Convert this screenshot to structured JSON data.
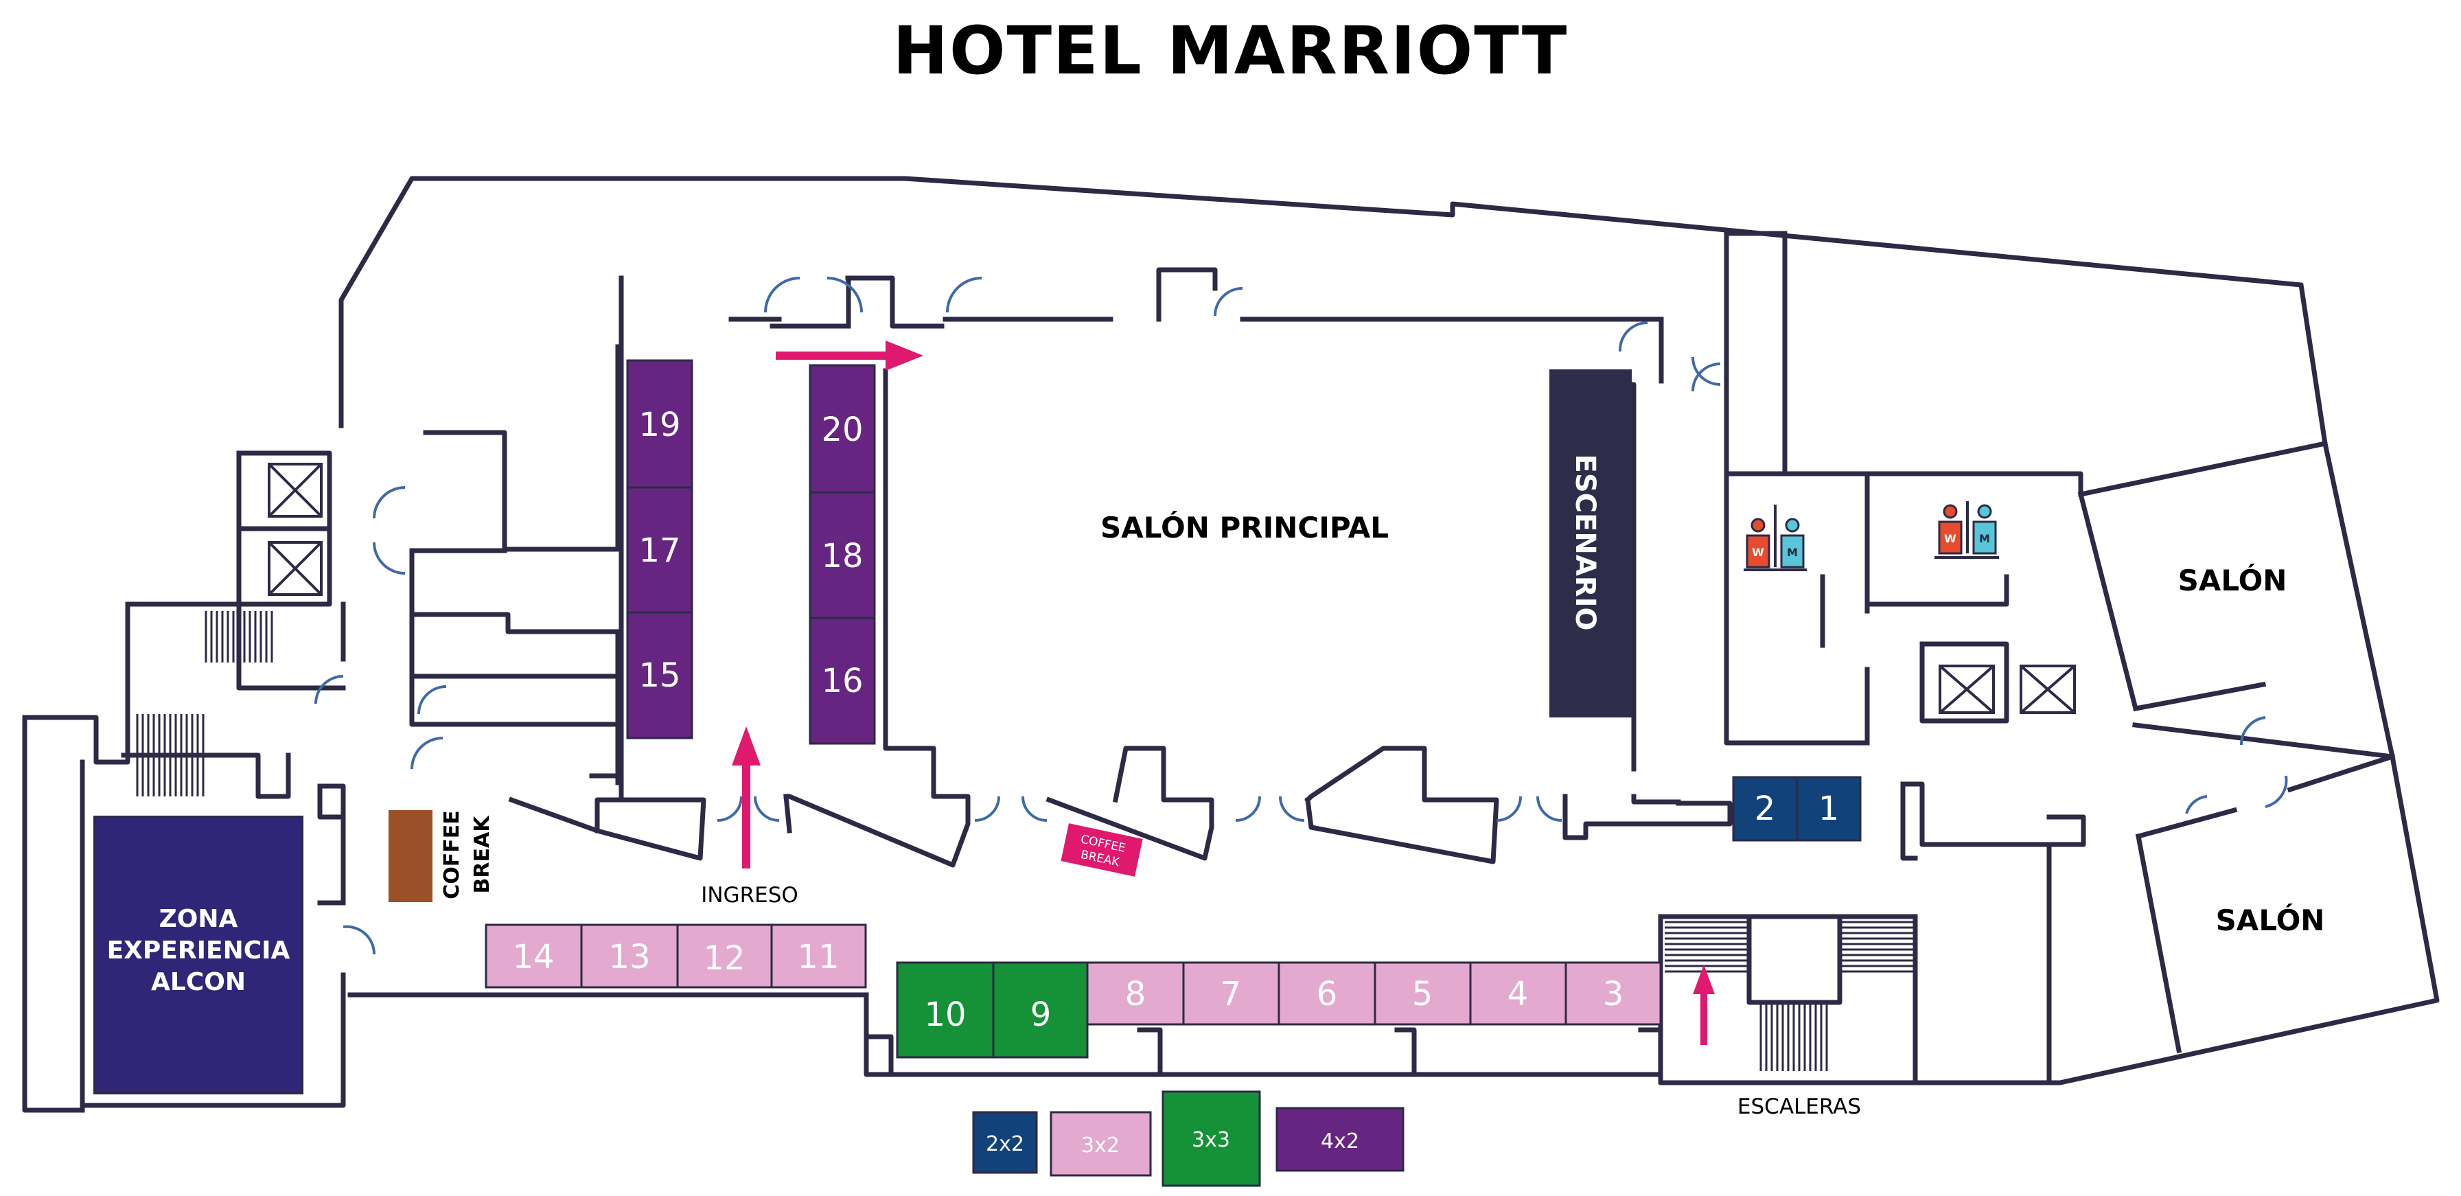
{
  "title": "HOTEL MARRIOTT",
  "colors": {
    "wall": "#2c2a45",
    "door": "#3f6aa8",
    "arrow": "#e0196e",
    "stand_2x2": "#12427a",
    "stand_3x2": "#e3a9cf",
    "stand_3x3": "#159237",
    "stand_4x2": "#662581",
    "stage": "#2e2d49",
    "zona": "#302678",
    "coffee": "#9b5028"
  },
  "labels": {
    "salon_principal": "SALÓN PRINCIPAL",
    "escenario": "ESCENARIO",
    "salon_1": "SALÓN",
    "salon_2": "SALÓN",
    "zona_1": "ZONA",
    "zona_2": "EXPERIENCIA",
    "zona_3": "ALCON",
    "coffee_1": "COFFEE",
    "coffee_2": "BREAK",
    "coffee_badge_1": "COFFEE",
    "coffee_badge_2": "BREAK",
    "ingreso": "INGRESO",
    "escaleras": "ESCALERAS",
    "restroom_w": "W",
    "restroom_m": "M"
  },
  "stands": {
    "s19": "19",
    "s17": "17",
    "s15": "15",
    "s20": "20",
    "s18": "18",
    "s16": "16",
    "s14": "14",
    "s13": "13",
    "s12": "12",
    "s11": "11",
    "s10": "10",
    "s9": "9",
    "s8": "8",
    "s7": "7",
    "s6": "6",
    "s5": "5",
    "s4": "4",
    "s3": "3",
    "s2": "2",
    "s1": "1"
  },
  "legend": {
    "size_2x2": "2x2",
    "size_3x2": "3x2",
    "size_3x3": "3x3",
    "size_4x2": "4x2"
  }
}
